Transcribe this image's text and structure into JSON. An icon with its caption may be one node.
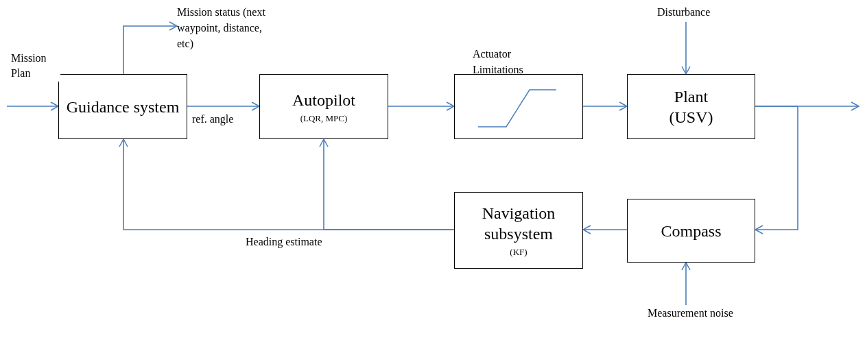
{
  "diagram": {
    "nodes": [
      {
        "text": [
          "Guidance system"
        ]
      },
      {
        "text": [
          "Autopilot",
          "(LQR, MPC)"
        ]
      },
      {
        "text": [
          "Actuator Limitations"
        ]
      },
      {
        "text": [
          "Plant",
          "(USV)"
        ]
      },
      {
        "text": [
          "Compass"
        ]
      },
      {
        "text": [
          "Navigation subsystem",
          "(KF)"
        ]
      },
      {
        "text": [
          "Mission status (next waypoint, distance, etc)"
        ]
      },
      {
        "text": [
          "Disturbance"
        ]
      },
      {
        "text": [
          "Measurement noise"
        ]
      }
    ],
    "edges": [
      {
        "from": null,
        "to": 0,
        "arrow": "to",
        "label": "Mission Plan"
      },
      {
        "from": 0,
        "to": 6,
        "arrow": "to"
      },
      {
        "from": 0,
        "to": 1,
        "arrow": "to",
        "label": "ref. angle"
      },
      {
        "from": 1,
        "to": 2,
        "arrow": "to"
      },
      {
        "from": 2,
        "to": 3,
        "arrow": "to"
      },
      {
        "from": 3,
        "to": null,
        "arrow": "to"
      },
      {
        "from": 3,
        "to": 4,
        "arrow": "to"
      },
      {
        "from": 7,
        "to": 3,
        "arrow": "to"
      },
      {
        "from": 8,
        "to": 4,
        "arrow": "to"
      },
      {
        "from": 4,
        "to": 5,
        "arrow": "to"
      },
      {
        "from": 5,
        "to": 0,
        "arrow": "to",
        "label": "Heading estimate"
      },
      {
        "from": 5,
        "to": 1,
        "arrow": "to"
      }
    ]
  }
}
